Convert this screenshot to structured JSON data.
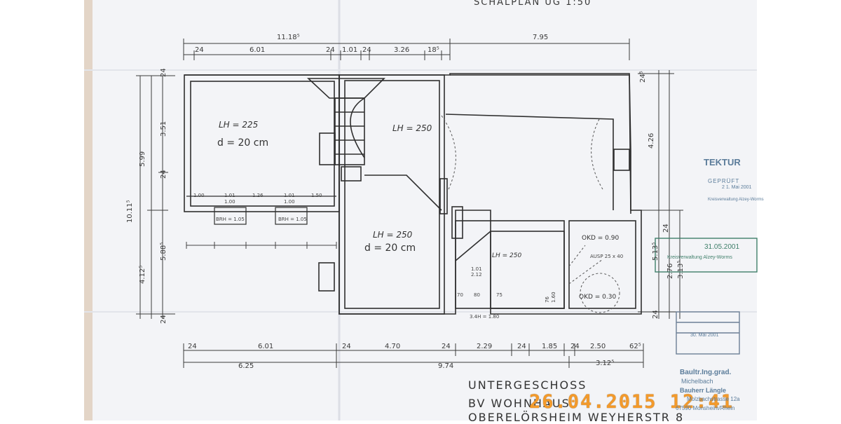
{
  "header": {
    "title_fragment": "SCHALPLAN UG 1:50"
  },
  "rooms": {
    "room_left": {
      "height": "LH = 225",
      "thickness": "d = 20 cm"
    },
    "room_stair": {
      "height": "LH = 250"
    },
    "room_center": {
      "height": "LH = 250",
      "thickness": "d = 20 cm"
    },
    "room_small": {
      "height": "LH = 250"
    },
    "room_right": {
      "okd_top": "OKD = 0.90",
      "ausp": "AUSP 25 x 40",
      "okd_bottom": "OKD = 0.30"
    }
  },
  "windows": {
    "left": "BRH = 1.05",
    "right": "BRH = 1.05",
    "door_height": "3.4H = 1.80"
  },
  "dims_top": {
    "total_a": "11.18⁵",
    "total_b": "7.95",
    "d1": "24",
    "d2": "6.01",
    "d3": "24",
    "d4": "1.01",
    "d5": "24",
    "d6": "3.26",
    "d7": "18⁵"
  },
  "dims_bottom": {
    "b1": "24",
    "b2": "6.01",
    "b3": "24",
    "b4": "4.70",
    "b5": "24",
    "b6": "2.29",
    "b7": "24",
    "b8": "1.85",
    "b9": "24",
    "b10": "2.50",
    "b11": "62⁵",
    "t1": "6.25",
    "t2": "9.74",
    "t3": "3.12⁵"
  },
  "dims_left": {
    "l1": "24",
    "l2": "3.51",
    "l3": "5.99",
    "l4": "24",
    "l5": "10.11⁵",
    "l6": "5.88⁵",
    "l7": "4.12⁵",
    "l8": "24"
  },
  "dims_right": {
    "r1": "24⁵",
    "r2": "4.26",
    "r3": "24",
    "r4": "5.13⁵",
    "r5": "2.76",
    "r6": "3.13⁵",
    "r7": "24"
  },
  "interior_dims": {
    "w1": "1.00",
    "w2": "1.01",
    "w3": "1.00",
    "w4": "1.26",
    "w5": "1.01",
    "w6": "1.00",
    "w7": "1.50",
    "s1": "70",
    "s2": "80",
    "s3": "75",
    "s4": "1.01",
    "s5": "2.12",
    "s6": "76",
    "s7": "1.60"
  },
  "footer": {
    "caption": "UNTERGESCHOSS",
    "project_1": "BV WOHNHAUS",
    "project_2": "OBERELÖRSHEIM WEYHERSTR 8"
  },
  "timestamp": "26.04.2015  12:41",
  "stamps": {
    "tektur": "TEKTUR",
    "geprueft": "GEPRÜFT",
    "geprueft_date": "2 1. Mai 2001",
    "kreisverwaltung": "Kreisverwaltung Alzey-Worms",
    "date_box": "31.05.2001",
    "verwaltung_box": "Kreisverwaltung Alzey-Worms",
    "verwaltung_date": "30. Mai 2001",
    "bauleiter": "Baultr.Ing.grad.",
    "bauleiter_name": "Michelbach",
    "bauherr": "Bauherr Längle",
    "street": "Molzbachstrasse 12a",
    "city": "67590 Monsheim/Rhein"
  },
  "colors": {
    "paper": "#f4f5f8",
    "ink": "#3a3a3a",
    "timestamp": "#f39a2b",
    "stamp_blue": "#5b7c9a",
    "stamp_green": "#3f7f6a"
  }
}
